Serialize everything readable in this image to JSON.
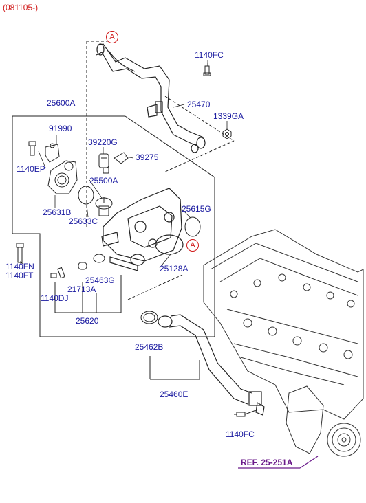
{
  "header": {
    "date_code": "(081105-)"
  },
  "callouts": {
    "top": "A",
    "right": "A"
  },
  "labels": {
    "p1140FC_top": "1140FC",
    "p25470": "25470",
    "p1339GA": "1339GA",
    "p25600A": "25600A",
    "p91990": "91990",
    "p1140EP": "1140EP",
    "p39220G": "39220G",
    "p39275": "39275",
    "p25500A": "25500A",
    "p25631B": "25631B",
    "p25633C": "25633C",
    "p25615G": "25615G",
    "p1140FN": "1140FN",
    "p1140FT": "1140FT",
    "p25128A": "25128A",
    "p25463G": "25463G",
    "p21713A": "21713A",
    "p1140DJ": "1140DJ",
    "p25620": "25620",
    "p25462B": "25462B",
    "p25460E": "25460E",
    "p1140FC_bottom": "1140FC",
    "ref": "REF. 25-251A"
  },
  "colors": {
    "label": "#1a1aa0",
    "callout": "#d01818",
    "reference": "#6a1a8a",
    "line": "#222222"
  }
}
